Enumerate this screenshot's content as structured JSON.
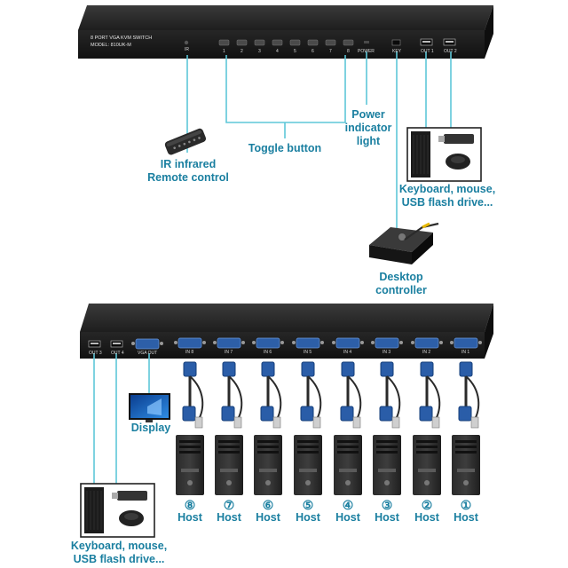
{
  "device_top": {
    "model_line1": "8 PORT VGA KVM SWITCH",
    "model_line2": "MODEL: 810UK-M",
    "ir_label": "IR",
    "button_numbers": [
      "1",
      "2",
      "3",
      "4",
      "5",
      "6",
      "7",
      "8"
    ],
    "power_label": "POWER",
    "key_label": "KEY",
    "out1_label": "OUT 1",
    "out2_label": "OUT 2"
  },
  "device_bottom": {
    "out3_label": "OUT 3",
    "out4_label": "OUT 4",
    "vga_out_label": "VGA OUT",
    "in_labels": [
      "IN 8",
      "IN 7",
      "IN 6",
      "IN 5",
      "IN 4",
      "IN 3",
      "IN 2",
      "IN 1"
    ]
  },
  "labels": {
    "ir_remote": [
      "IR infrared",
      "Remote control"
    ],
    "toggle_button": "Toggle button",
    "power_indicator": [
      "Power",
      "indicator",
      "light"
    ],
    "keyboard_top": [
      "Keyboard, mouse,",
      "USB flash drive..."
    ],
    "desktop_controller": [
      "Desktop",
      "controller"
    ],
    "display": "Display",
    "keyboard_bottom": [
      "Keyboard, mouse,",
      "USB flash drive..."
    ]
  },
  "hosts": [
    {
      "num": "⑧",
      "label": "Host"
    },
    {
      "num": "⑦",
      "label": "Host"
    },
    {
      "num": "⑥",
      "label": "Host"
    },
    {
      "num": "⑤",
      "label": "Host"
    },
    {
      "num": "④",
      "label": "Host"
    },
    {
      "num": "③",
      "label": "Host"
    },
    {
      "num": "②",
      "label": "Host"
    },
    {
      "num": "①",
      "label": "Host"
    }
  ],
  "colors": {
    "callout_line": "#5ec7d8",
    "label_text": "#1a7fa0",
    "device_body": "#1c1c1c",
    "vga_blue": "#2d5fa8"
  }
}
